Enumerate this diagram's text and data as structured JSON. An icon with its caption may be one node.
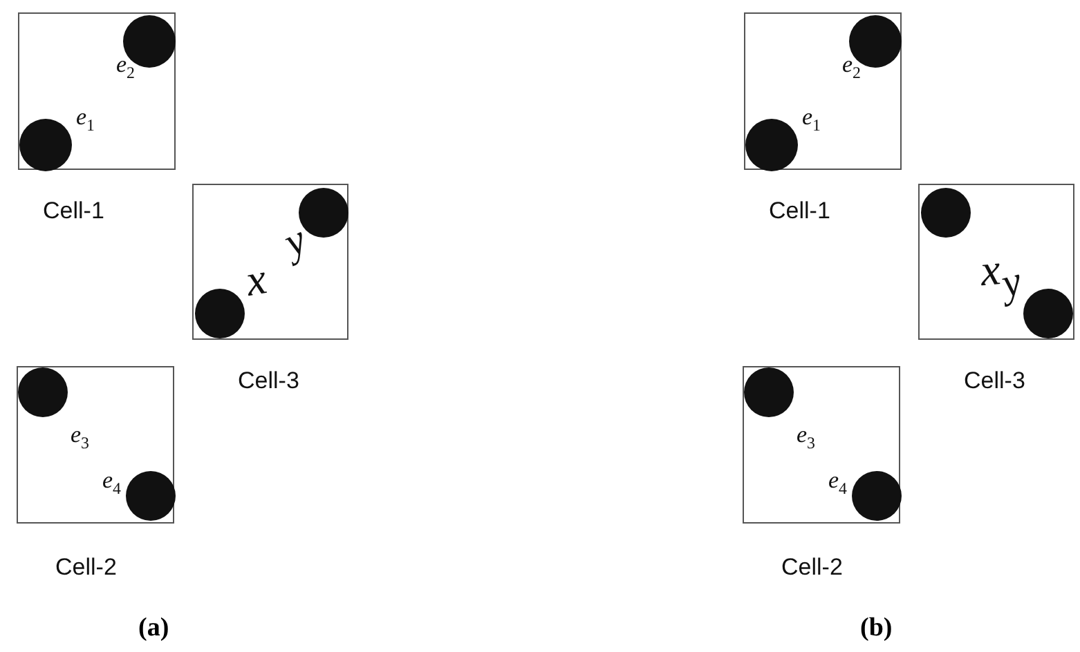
{
  "diagram": {
    "nodes": [
      {
        "text": [
          "Cell-1"
        ]
      },
      {
        "text": [],
        "shape": "circle",
        "in": 0,
        "beside": [
          "e$_{2}$"
        ]
      },
      {
        "text": [],
        "shape": "circle",
        "in": 0,
        "beside": [
          "e$_{1}$"
        ]
      },
      {
        "text": [
          "Cell-3"
        ]
      },
      {
        "text": [],
        "shape": "circle",
        "in": 3,
        "beside": [
          "y"
        ]
      },
      {
        "text": [],
        "shape": "circle",
        "in": 3,
        "beside": [
          "x"
        ]
      },
      {
        "text": [
          "Cell-2"
        ]
      },
      {
        "text": [],
        "shape": "circle",
        "in": 6,
        "beside": [
          "e$_{3}$"
        ]
      },
      {
        "text": [],
        "shape": "circle",
        "in": 6,
        "beside": [
          "e$_{4}$"
        ]
      },
      {
        "text": [
          "Cell-1"
        ]
      },
      {
        "text": [],
        "shape": "circle",
        "in": 9,
        "beside": [
          "e$_{2}$"
        ]
      },
      {
        "text": [],
        "shape": "circle",
        "in": 9,
        "beside": [
          "e$_{1}$"
        ]
      },
      {
        "text": [
          "Cell-3"
        ]
      },
      {
        "text": [],
        "shape": "circle",
        "in": 12,
        "beside": [
          "x"
        ]
      },
      {
        "text": [],
        "shape": "circle",
        "in": 12,
        "beside": [
          "y"
        ]
      },
      {
        "text": [
          "Cell-2"
        ]
      },
      {
        "text": [],
        "shape": "circle",
        "in": 15,
        "beside": [
          "e$_{3}$"
        ]
      },
      {
        "text": [],
        "shape": "circle",
        "in": 15,
        "beside": [
          "e$_{4}$"
        ]
      }
    ],
    "labels": [
      "(a)",
      "(b)"
    ]
  }
}
